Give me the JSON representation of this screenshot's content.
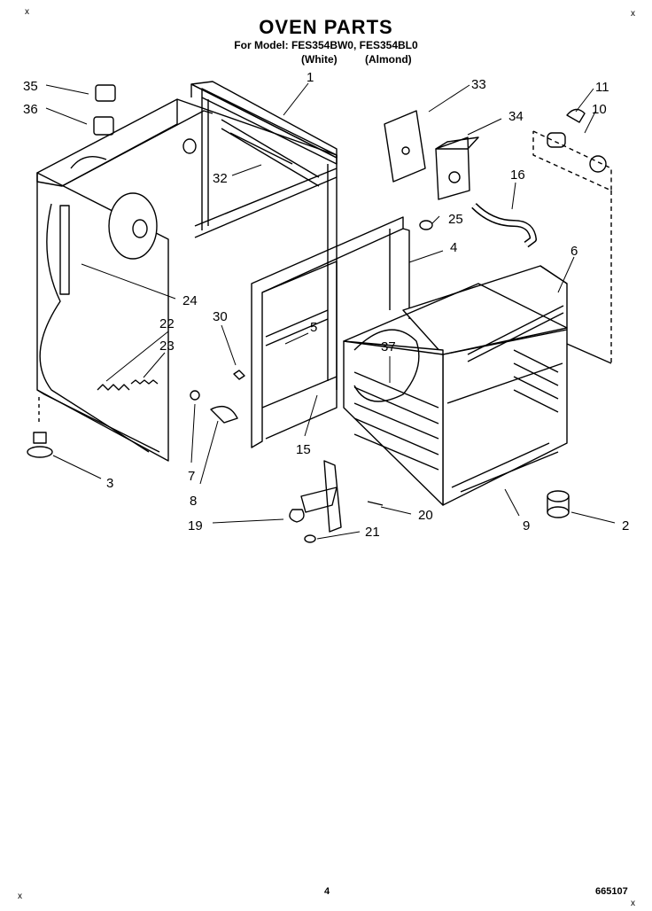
{
  "title": "OVEN PARTS",
  "model_line": "For Model: FES354BW0, FES354BL0",
  "variant_white": "(White)",
  "variant_almond": "(Almond)",
  "corner_mark": "x",
  "page_number": "4",
  "doc_number": "665107",
  "callouts": [
    "35",
    "36",
    "1",
    "33",
    "11",
    "10",
    "34",
    "32",
    "16",
    "25",
    "4",
    "24",
    "6",
    "22",
    "30",
    "23",
    "5",
    "37",
    "7",
    "8",
    "15",
    "3",
    "19",
    "20",
    "9",
    "2",
    "21"
  ]
}
